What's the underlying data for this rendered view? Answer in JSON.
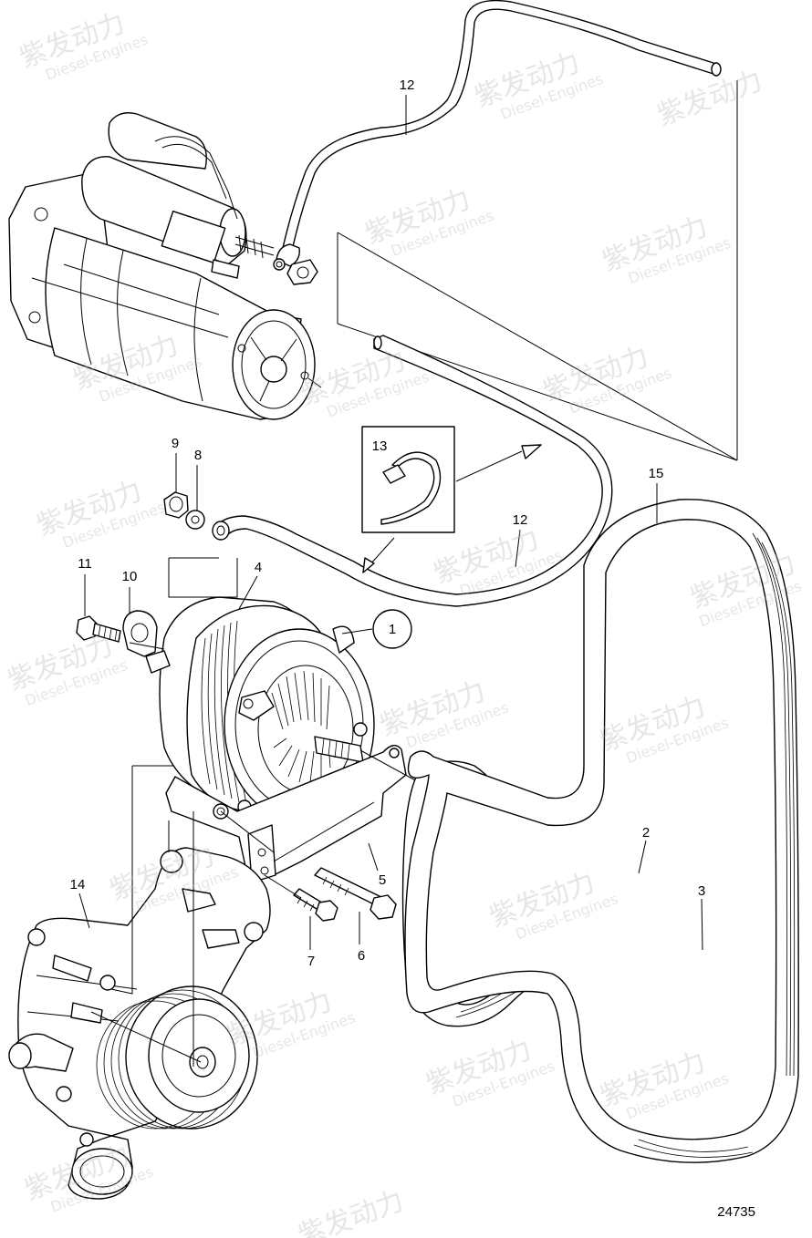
{
  "callouts": [
    {
      "id": "c1",
      "label": "1"
    },
    {
      "id": "c2",
      "label": "2"
    },
    {
      "id": "c3",
      "label": "3"
    },
    {
      "id": "c4",
      "label": "4"
    },
    {
      "id": "c5",
      "label": "5"
    },
    {
      "id": "c6",
      "label": "6"
    },
    {
      "id": "c7",
      "label": "7"
    },
    {
      "id": "c8",
      "label": "8"
    },
    {
      "id": "c9",
      "label": "9"
    },
    {
      "id": "c10",
      "label": "10"
    },
    {
      "id": "c11",
      "label": "11"
    },
    {
      "id": "c12a",
      "label": "12"
    },
    {
      "id": "c12b",
      "label": "12"
    },
    {
      "id": "c13",
      "label": "13"
    },
    {
      "id": "c14",
      "label": "14"
    },
    {
      "id": "c15",
      "label": "15"
    }
  ],
  "drawing_number": "24735",
  "watermark": {
    "brand": "紫发动力",
    "subtitle": "Diesel-Engines"
  }
}
